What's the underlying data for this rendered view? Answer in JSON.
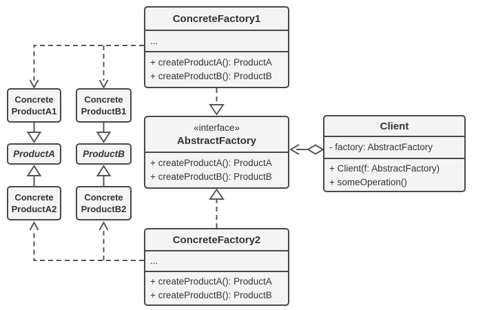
{
  "colors": {
    "box_fill": "#f4f4f4",
    "box_border": "#474747",
    "text": "#333333",
    "line": "#555555",
    "background": "#ffffff"
  },
  "classes": {
    "concreteFactory1": {
      "name": "ConcreteFactory1",
      "attributes": [
        "..."
      ],
      "methods": [
        "+ createProductA(): ProductA",
        "+ createProductB(): ProductB"
      ]
    },
    "abstractFactory": {
      "stereotype": "«interface»",
      "name": "AbstractFactory",
      "methods": [
        "+ createProductA(): ProductA",
        "+ createProductB(): ProductB"
      ]
    },
    "client": {
      "name": "Client",
      "attributes": [
        "- factory: AbstractFactory"
      ],
      "methods": [
        "+ Client(f: AbstractFactory)",
        "+ someOperation()"
      ]
    },
    "concreteFactory2": {
      "name": "ConcreteFactory2",
      "attributes": [
        "..."
      ],
      "methods": [
        "+ createProductA(): ProductA",
        "+ createProductB(): ProductB"
      ]
    },
    "concreteProductA1": {
      "name_lines": [
        "Concrete",
        "ProductA1"
      ]
    },
    "concreteProductB1": {
      "name_lines": [
        "Concrete",
        "ProductB1"
      ]
    },
    "productA": {
      "name": "ProductA"
    },
    "productB": {
      "name": "ProductB"
    },
    "concreteProductA2": {
      "name_lines": [
        "Concrete",
        "ProductA2"
      ]
    },
    "concreteProductB2": {
      "name_lines": [
        "Concrete",
        "ProductB2"
      ]
    }
  }
}
